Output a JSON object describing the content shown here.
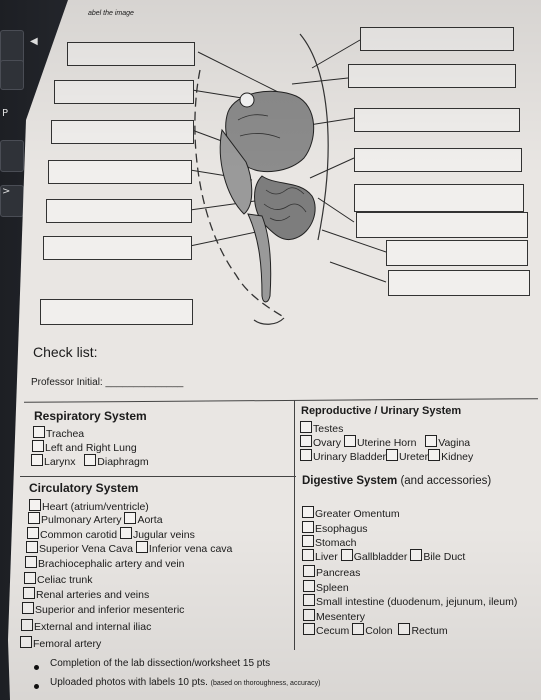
{
  "header": {
    "title": "abel the image"
  },
  "checklist": {
    "title": "Check list:",
    "professor_initial": "Professor Initial: ______________"
  },
  "respiratory": {
    "heading": "Respiratory System",
    "items": [
      "Trachea",
      "Left and Right Lung",
      "Larynx",
      "Diaphragm"
    ]
  },
  "circulatory": {
    "heading": "Circulatory System",
    "items": [
      "Heart (atrium/ventricle)",
      "Pulmonary Artery",
      "Aorta",
      "Common carotid",
      "Jugular veins",
      "Superior Vena Cava",
      "Inferior vena cava",
      "Brachiocephalic artery  and vein",
      "Celiac trunk",
      "Renal arteries and veins",
      "Superior and inferior mesenteric",
      "External and internal iliac",
      "Femoral artery"
    ]
  },
  "reproductive": {
    "heading": "Reproductive / Urinary System",
    "items": [
      "Testes",
      "Ovary",
      "Uterine Horn",
      "Vagina",
      "Urinary Bladder",
      "Ureter",
      "Kidney"
    ]
  },
  "digestive": {
    "heading": "Digestive System",
    "heading_suffix": "(and accessories)",
    "items": [
      "Greater Omentum",
      "Esophagus",
      "Stomach",
      "Liver",
      "Gallbladder",
      "Bile Duct",
      "Pancreas",
      "Spleen",
      "Small intestine (duodenum, jejunum, ileum)",
      "Mesentery",
      "Cecum",
      "Colon",
      "Rectum"
    ]
  },
  "footer": {
    "item1": "Completion of the lab dissection/worksheet 15 pts",
    "item2_main": "Uploaded photos with labels  10 pts.",
    "item2_note": "(based on thoroughness, accuracy)"
  },
  "colors": {
    "paper": "#e9e6e3",
    "ink": "#1b1b1b"
  }
}
